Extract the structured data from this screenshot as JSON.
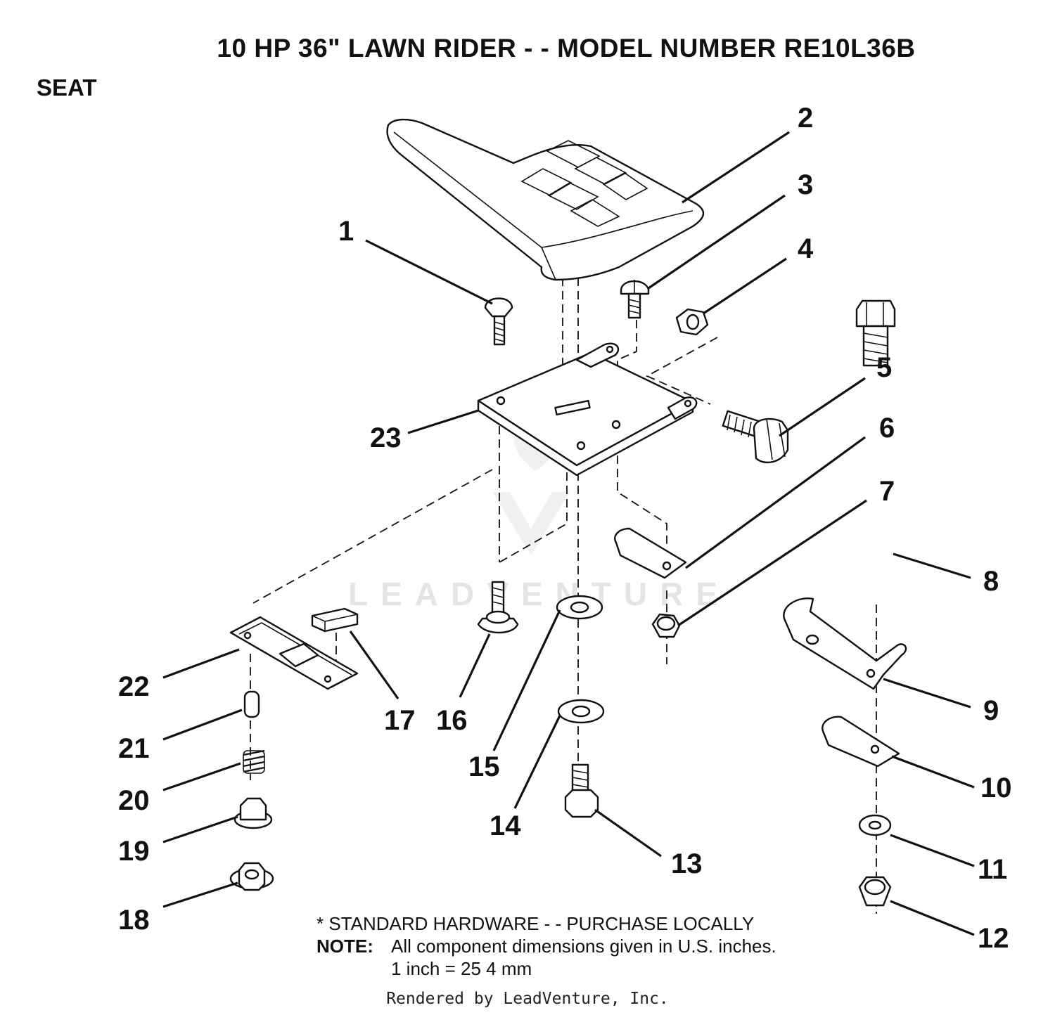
{
  "header": {
    "title": "10 HP 36\" LAWN RIDER - - MODEL NUMBER RE10L36B",
    "section": "SEAT"
  },
  "callouts": [
    "1",
    "2",
    "3",
    "4",
    "5",
    "6",
    "7",
    "8",
    "9",
    "10",
    "11",
    "12",
    "13",
    "14",
    "15",
    "16",
    "17",
    "18",
    "19",
    "20",
    "21",
    "22",
    "23"
  ],
  "notes": {
    "standard_hardware": "* STANDARD HARDWARE - - PURCHASE LOCALLY",
    "note_label": "NOTE:",
    "note_text": "All component dimensions given in U.S. inches.",
    "conversion": "1 inch = 25 4 mm"
  },
  "watermark": {
    "text": "LEADVENTURE"
  },
  "footer": {
    "text": "Rendered by LeadVenture, Inc."
  }
}
